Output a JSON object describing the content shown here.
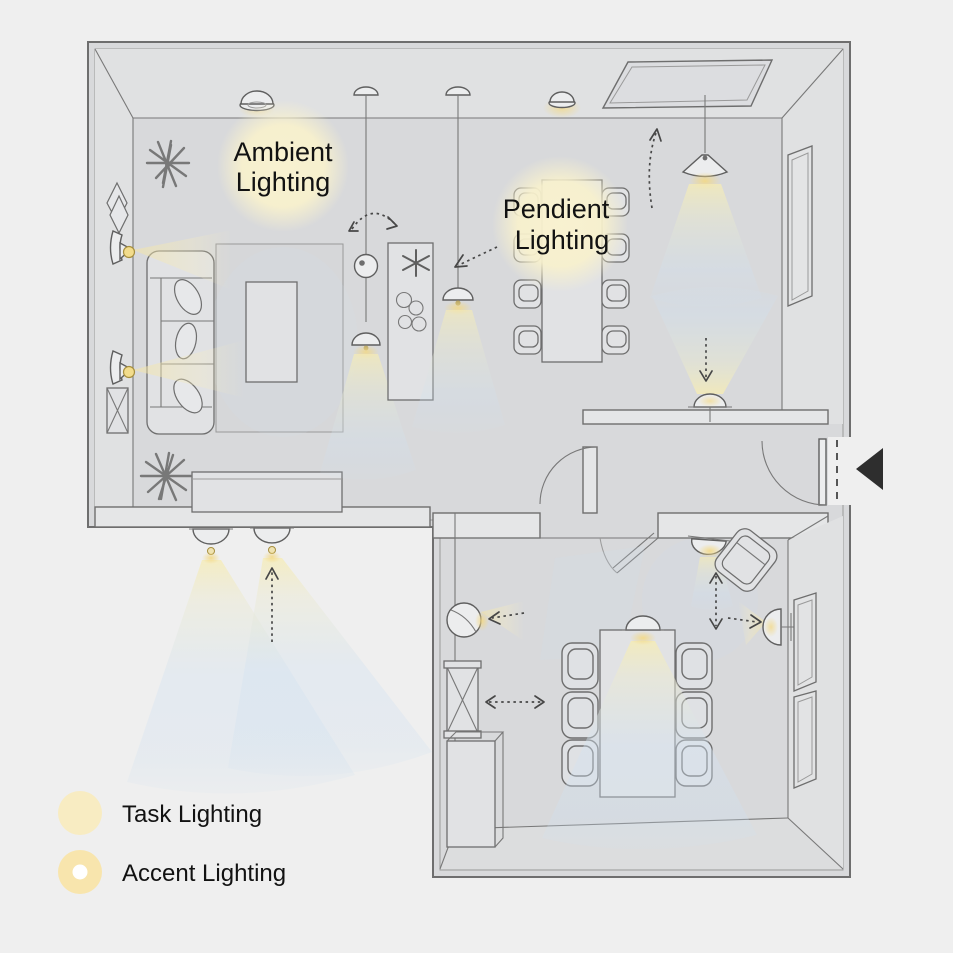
{
  "scene": {
    "type": "floor-plan-lighting-diagram",
    "background_color": "#efefef",
    "floor_color": "#d8d9db",
    "wall_band_color": "#e5e6e7",
    "outline_color": "#6e6e6e",
    "glow_circle_color": "#f8f1cd",
    "warm_light_color": "#f2dc8f",
    "cool_beam_color": "#cfe0f0",
    "entry_marker_color": "#2e2e2e",
    "text_color": "#121212"
  },
  "annotations": {
    "ambient": [
      "Ambient",
      "Lighting"
    ],
    "pendant": [
      "Pendient",
      "Lighting"
    ]
  },
  "legend": [
    {
      "label": "Task Lighting",
      "swatch": "solid-glow-circle"
    },
    {
      "label": "Accent Lighting",
      "swatch": "glow-circle-white-center"
    }
  ],
  "icons": [
    "ceiling-dome-light",
    "pendant-cord-light",
    "globe-pendant-light",
    "dome-pendant-light",
    "downlight",
    "uplight",
    "wall-sconce",
    "skylight-panel",
    "door-swing-arc",
    "entry-direction-triangle",
    "swing-arrow",
    "direction-arrow",
    "starburst-plant",
    "sofa",
    "rug",
    "coffee-table",
    "kitchen-island",
    "dining-table",
    "chair",
    "armchair",
    "cabinet-x",
    "console",
    "wall-art",
    "wall-panel"
  ]
}
